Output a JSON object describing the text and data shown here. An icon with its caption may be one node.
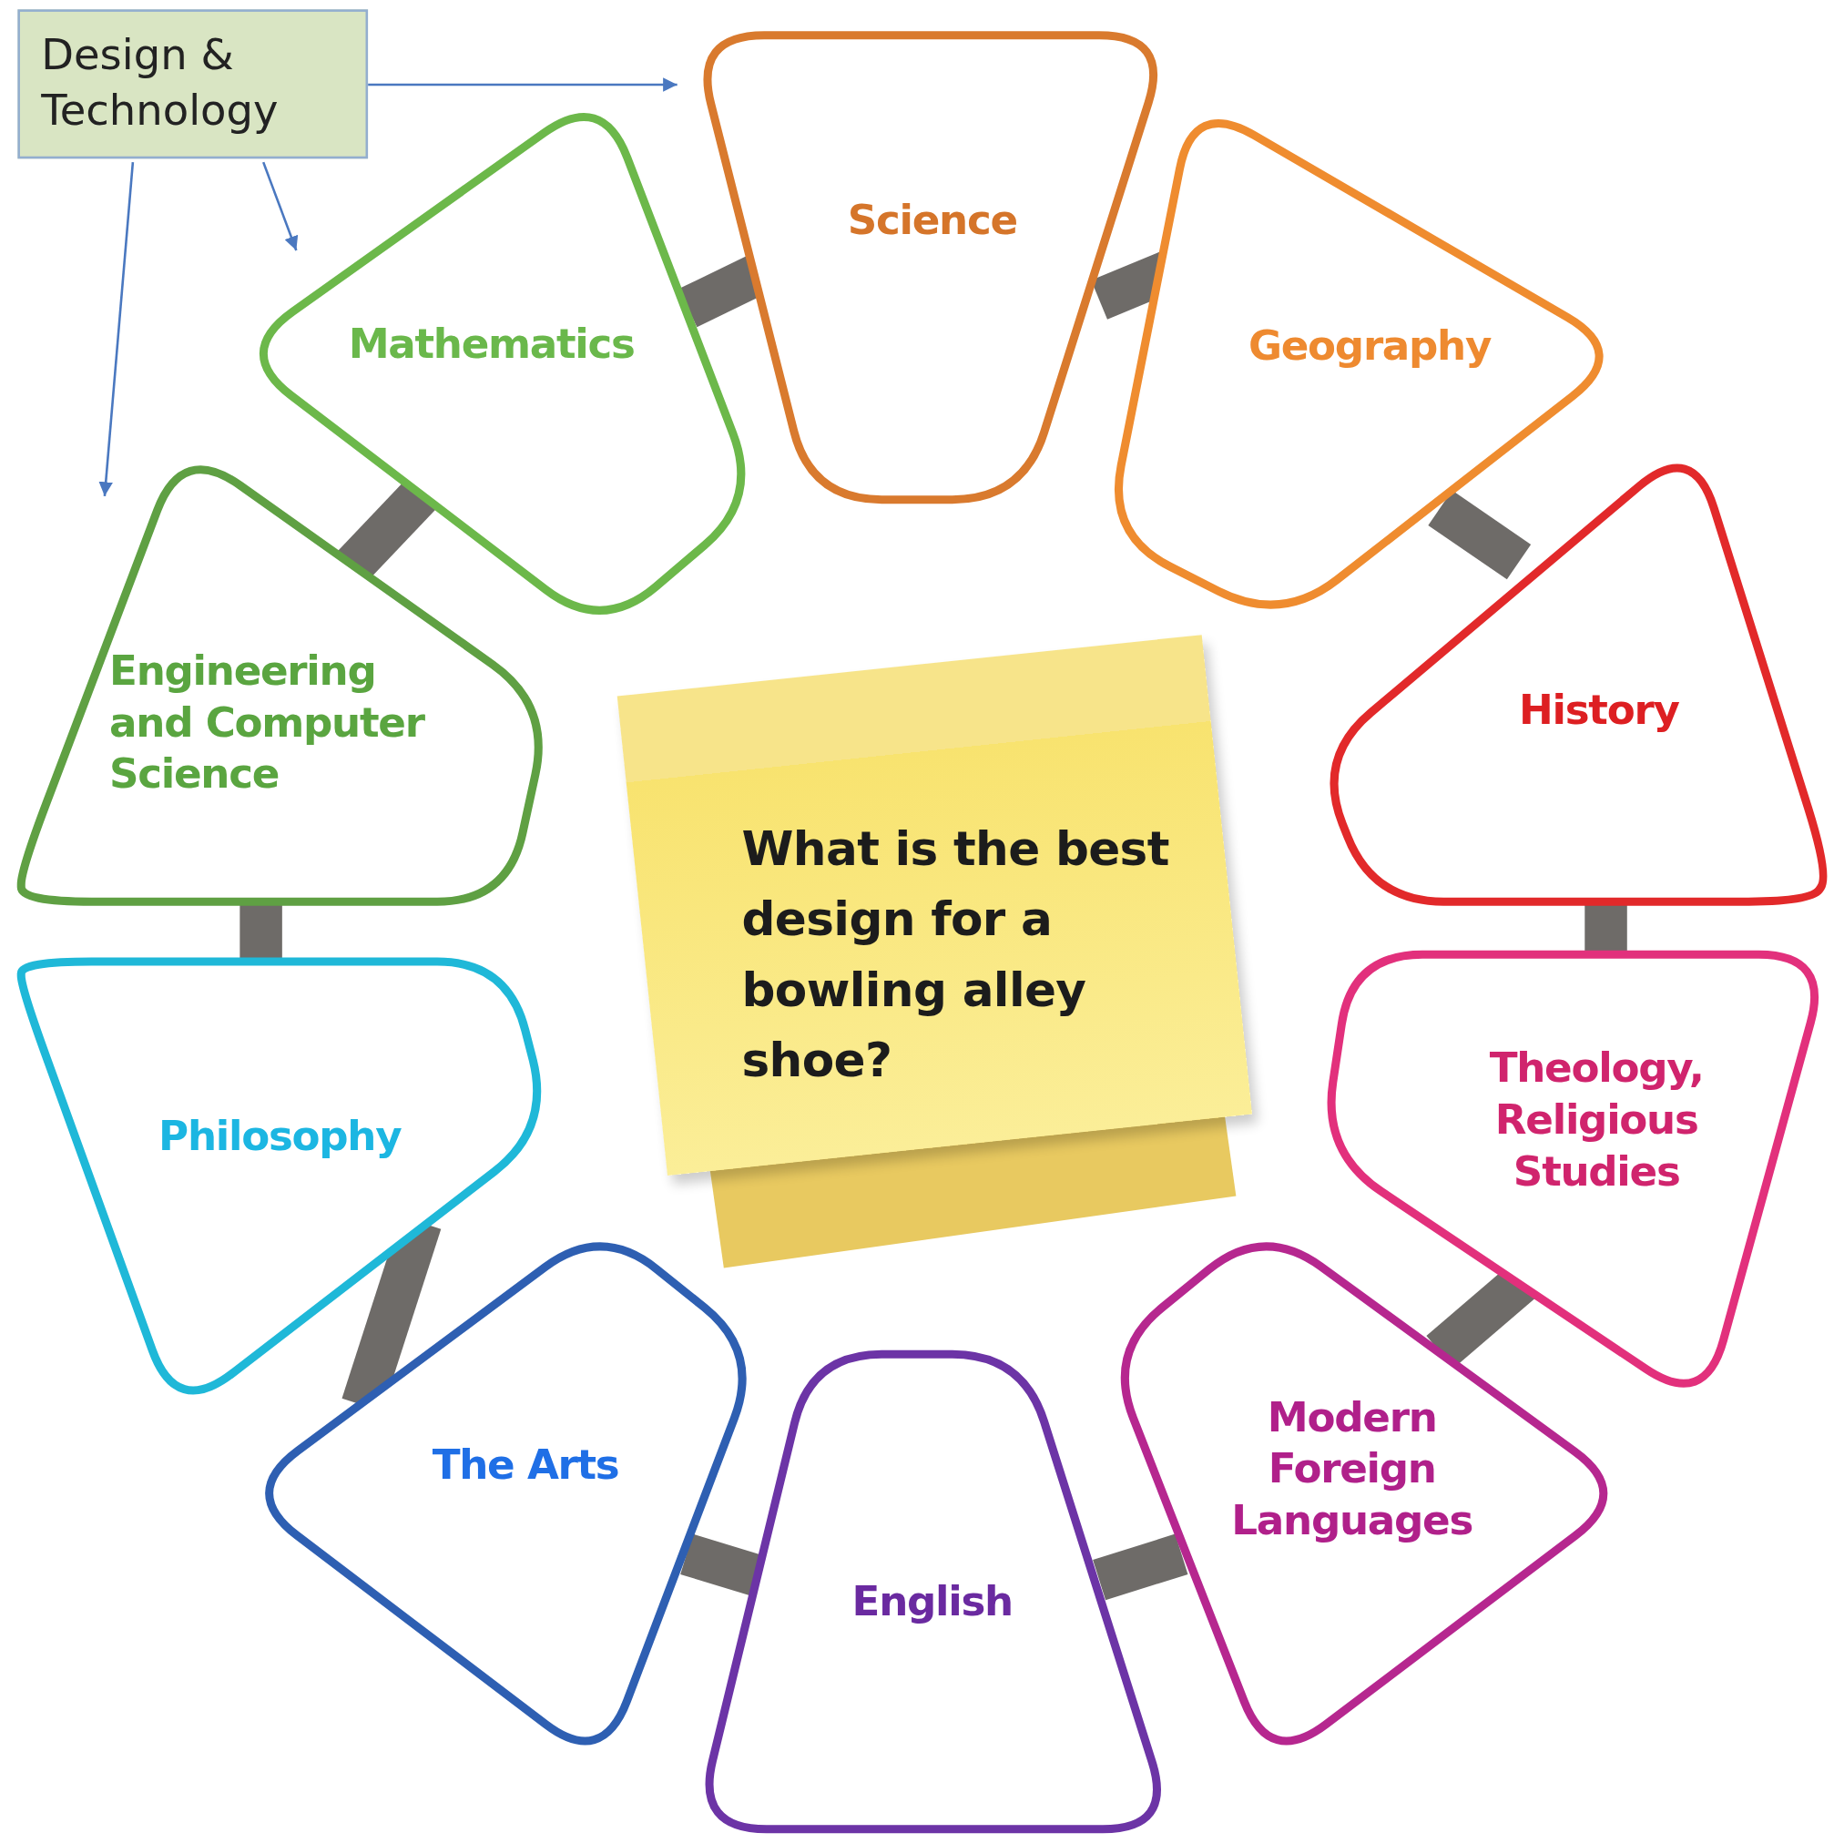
{
  "diagram": {
    "nodes": [
      {
        "text": [
          "Design & Technology"
        ]
      },
      {
        "text": [
          "Science"
        ]
      },
      {
        "text": [
          "Geography"
        ]
      },
      {
        "text": [
          "History"
        ]
      },
      {
        "text": [
          "Theology, Religious Studies"
        ]
      },
      {
        "text": [
          "Modern Foreign Languages"
        ]
      },
      {
        "text": [
          "English"
        ]
      },
      {
        "text": [
          "The Arts"
        ]
      },
      {
        "text": [
          "Philosophy"
        ]
      },
      {
        "text": [
          "Engineering and Computer Science"
        ]
      },
      {
        "text": [
          "Mathematics"
        ]
      },
      {
        "text": [
          "What is the best design for a bowling alley shoe?"
        ]
      }
    ],
    "edges": [
      {
        "from": 0,
        "to": 1,
        "arrow": "to",
        "color": "#4a78c0"
      },
      {
        "from": 0,
        "to": 10,
        "arrow": "to",
        "color": "#4a78c0"
      },
      {
        "from": 0,
        "to": 9,
        "arrow": "to",
        "color": "#4a78c0"
      },
      {
        "from": 10,
        "to": 1,
        "arrow": "none"
      },
      {
        "from": 1,
        "to": 2,
        "arrow": "none"
      },
      {
        "from": 2,
        "to": 3,
        "arrow": "none"
      },
      {
        "from": 3,
        "to": 4,
        "arrow": "none"
      },
      {
        "from": 4,
        "to": 5,
        "arrow": "none"
      },
      {
        "from": 5,
        "to": 6,
        "arrow": "none"
      },
      {
        "from": 6,
        "to": 7,
        "arrow": "none"
      },
      {
        "from": 7,
        "to": 8,
        "arrow": "none"
      },
      {
        "from": 8,
        "to": 9,
        "arrow": "none"
      },
      {
        "from": 9,
        "to": 10,
        "arrow": "none"
      }
    ]
  }
}
